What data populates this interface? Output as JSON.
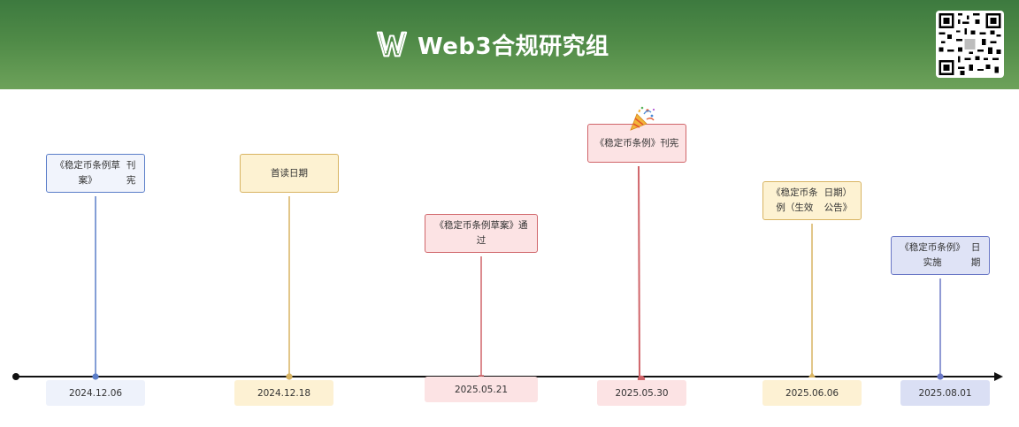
{
  "header": {
    "title": "Web3合规研究组",
    "logo_icon": "w-logo-icon",
    "qr_icon": "qr-code-icon"
  },
  "timeline": {
    "events": [
      {
        "label_lines": [
          "《稳定币条例草案》",
          "刊宪"
        ],
        "date": "2024.12.06",
        "color": "#5b7ec9"
      },
      {
        "label_lines": [
          "首读日期"
        ],
        "date": "2024.12.18",
        "color": "#d8b462"
      },
      {
        "label_lines": [
          "《稳定币条例草案》通过"
        ],
        "date": "2025.05.21",
        "color": "#d0656a"
      },
      {
        "label_lines": [
          "《稳定币条例》刊宪"
        ],
        "date": "2025.05.30",
        "color": "#d0656a",
        "icon": "party-popper-icon"
      },
      {
        "label_lines": [
          "《稳定币条例（生效",
          "日期）公告》"
        ],
        "date": "2025.06.06",
        "color": "#d8b462"
      },
      {
        "label_lines": [
          "《稳定币条例》实施",
          "日期"
        ],
        "date": "2025.08.01",
        "color": "#6a78c6"
      }
    ]
  },
  "colors": {
    "header_green": "#4f8a47",
    "axis": "#111111"
  }
}
